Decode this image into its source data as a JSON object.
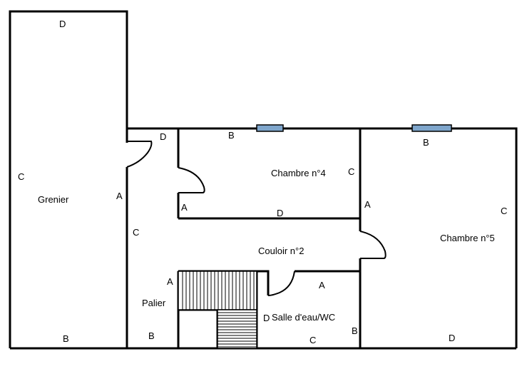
{
  "rooms": {
    "grenier": "Grenier",
    "chambre4": "Chambre n°4",
    "chambre5": "Chambre n°5",
    "couloir": "Couloir n°2",
    "palier": "Palier",
    "salle": "Salle d'eau/WC"
  },
  "wall_labels": {
    "grenier_top": "D",
    "grenier_left": "C",
    "grenier_right": "A",
    "grenier_bottom": "B",
    "ch4_door_corner": "D",
    "ch4_top": "B",
    "ch4_right": "C",
    "ch4_lower_left": "A",
    "ch4_bottom": "D",
    "couloir_left": "C",
    "ch5_top": "B",
    "ch5_left": "A",
    "ch5_right": "C",
    "ch5_bottom": "D",
    "palier_right": "A",
    "palier_bottom": "B",
    "salle_top": "A",
    "salle_left": "D",
    "salle_right": "B",
    "salle_bottom": "C"
  },
  "colors": {
    "wall": "#000000",
    "window": "#7fa6cc"
  }
}
